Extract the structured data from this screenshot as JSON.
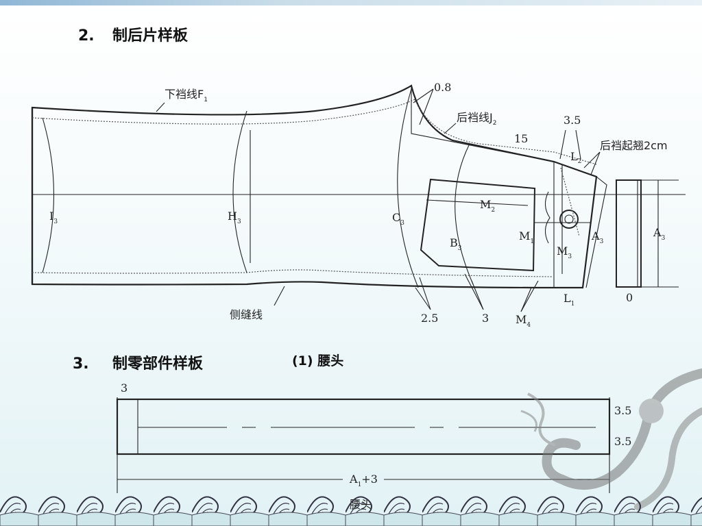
{
  "headings": {
    "back_piece": {
      "num": "2.",
      "text": "制后片样板"
    },
    "parts": {
      "num": "3.",
      "text": "制零部件样板"
    },
    "waistband_sub": "(1)  腰头"
  },
  "diagram_labels": {
    "lower_crotch_line": "下裆线F",
    "lower_crotch_sub": "1",
    "back_crotch_line": "后裆线J",
    "back_crotch_sub": "2",
    "back_crotch_rise": "后裆起翘2cm",
    "side_seam": "侧缝线",
    "d_0_8": "0.8",
    "d_3_5": "3.5",
    "d_15": "15",
    "d_2_5": "2.5",
    "d_3": "3",
    "d_0": "0",
    "I": "I",
    "I_sub": "3",
    "H": "H",
    "H_sub": "3",
    "C": "C",
    "C_sub": "3",
    "B": "B",
    "B_sub": "3",
    "M1": "M",
    "M1_sub": "1",
    "M2": "M",
    "M2_sub": "2",
    "M3": "M",
    "M3_sub": "3",
    "M4": "M",
    "M4_sub": "4",
    "L1": "L",
    "L1_sub": "1",
    "L2": "L",
    "L2_sub": "2",
    "A_left": "A",
    "A_left_sub": "3",
    "A_right": "A",
    "A_right_sub": "3"
  },
  "waistband": {
    "top_dim": "3",
    "right_dim_1": "3.5",
    "right_dim_2": "3.5",
    "length_label": "A",
    "length_sub": "1",
    "length_plus": "+3",
    "caption": "腰头"
  }
}
